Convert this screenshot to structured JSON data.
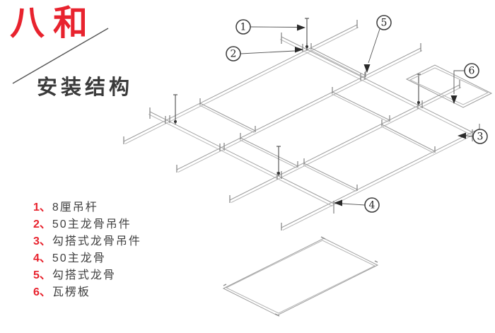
{
  "header": {
    "logo_text": "八和",
    "title": "安装结构"
  },
  "legend": {
    "items": [
      {
        "num": "1、",
        "text": "8厘吊杆"
      },
      {
        "num": "2、",
        "text": "50主龙骨吊件"
      },
      {
        "num": "3、",
        "text": "勾搭式龙骨吊件"
      },
      {
        "num": "4、",
        "text": "50主龙骨"
      },
      {
        "num": "5、",
        "text": "勾搭式龙骨"
      },
      {
        "num": "6、",
        "text": "瓦楞板"
      }
    ]
  },
  "diagram": {
    "type": "isometric-ceiling-installation-structure",
    "callouts": [
      {
        "num": "1"
      },
      {
        "num": "2"
      },
      {
        "num": "3"
      },
      {
        "num": "4"
      },
      {
        "num": "5"
      },
      {
        "num": "6"
      }
    ]
  },
  "colors": {
    "accent_red": "#e8232e",
    "text_dark": "#3f3f3f",
    "rail_gray": "#9b9b9b",
    "callout_dark": "#3a3a3a"
  }
}
